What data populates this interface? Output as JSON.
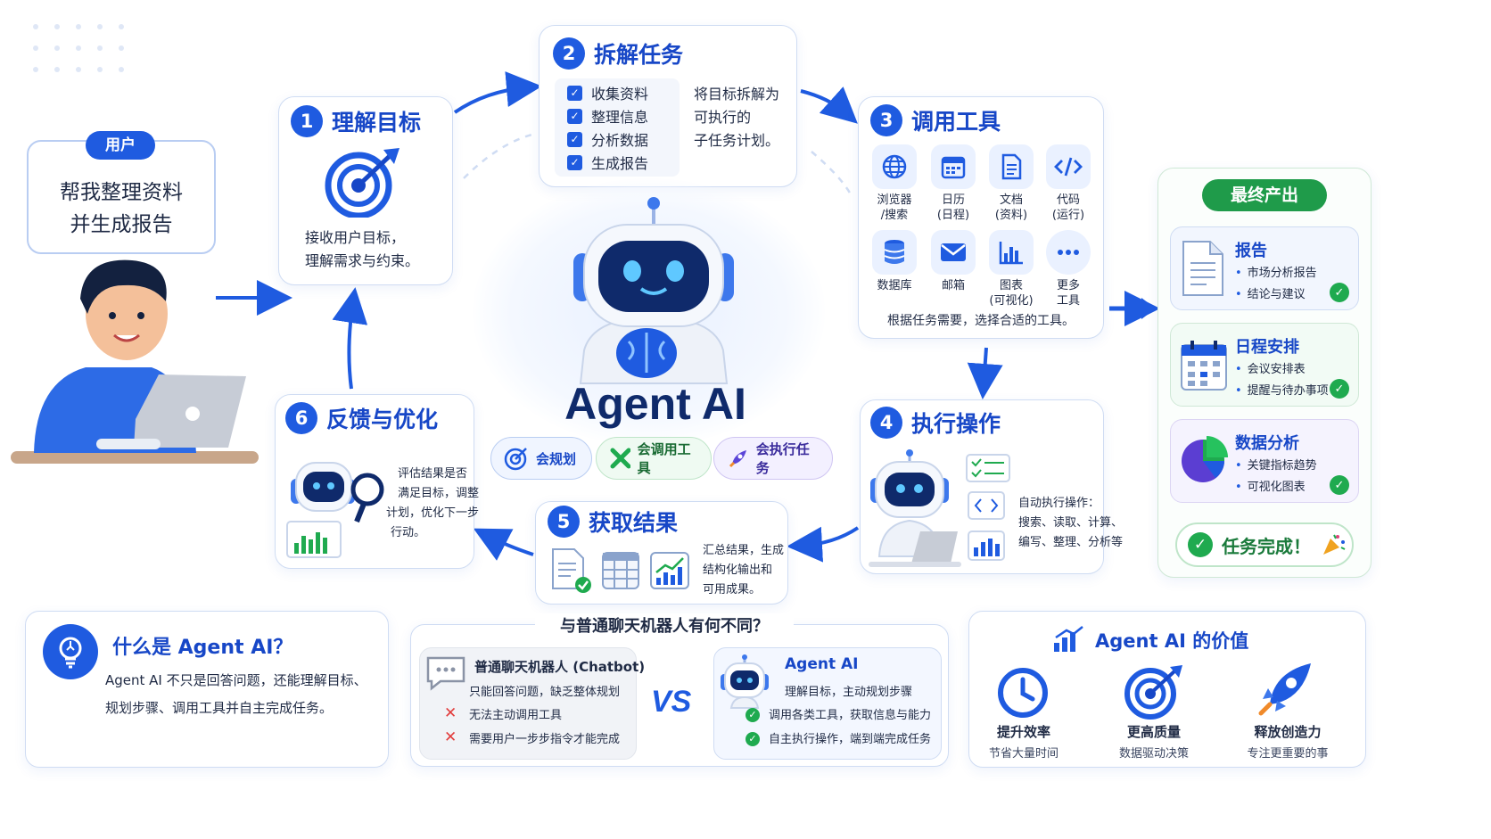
{
  "user": {
    "tag": "用户",
    "line1": "帮我整理资料",
    "line2": "并生成报告"
  },
  "steps": {
    "s1": {
      "num": "1",
      "title": "理解目标",
      "desc1": "接收用户目标，",
      "desc2": "理解需求与约束。"
    },
    "s2": {
      "num": "2",
      "title": "拆解任务",
      "items": [
        "收集资料",
        "整理信息",
        "分析数据",
        "生成报告"
      ],
      "desc1": "将目标拆解为",
      "desc2": "可执行的",
      "desc3": "子任务计划。"
    },
    "s3": {
      "num": "3",
      "title": "调用工具",
      "tools": [
        {
          "l1": "浏览器",
          "l2": "/搜索"
        },
        {
          "l1": "日历",
          "l2": "(日程)"
        },
        {
          "l1": "文档",
          "l2": "(资料)"
        },
        {
          "l1": "代码",
          "l2": "(运行)"
        },
        {
          "l1": "数据库",
          "l2": ""
        },
        {
          "l1": "邮箱",
          "l2": ""
        },
        {
          "l1": "图表",
          "l2": "(可视化)"
        },
        {
          "l1": "更多",
          "l2": "工具"
        }
      ],
      "desc": "根据任务需要，选择合适的工具。"
    },
    "s4": {
      "num": "4",
      "title": "执行操作",
      "desc1": "自动执行操作：",
      "desc2": "搜索、读取、计算、",
      "desc3": "编写、整理、分析等"
    },
    "s5": {
      "num": "5",
      "title": "获取结果",
      "desc1": "汇总结果，生成",
      "desc2": "结构化输出和",
      "desc3": "可用成果。"
    },
    "s6": {
      "num": "6",
      "title": "反馈与优化",
      "desc1": "评估结果是否",
      "desc2": "满足目标，调整",
      "desc3": "计划，优化下一步",
      "desc4": "行动。"
    }
  },
  "center": {
    "title": "Agent AI",
    "pills": [
      "会规划",
      "会调用工具",
      "会执行任务"
    ]
  },
  "final": {
    "title": "最终产出",
    "outputs": [
      {
        "title": "报告",
        "items": [
          "市场分析报告",
          "结论与建议"
        ]
      },
      {
        "title": "日程安排",
        "items": [
          "会议安排表",
          "提醒与待办事项"
        ]
      },
      {
        "title": "数据分析",
        "items": [
          "关键指标趋势",
          "可视化图表"
        ]
      }
    ],
    "done": "任务完成！"
  },
  "what": {
    "title": "什么是 Agent AI？",
    "line1": "Agent AI 不只是回答问题，还能理解目标、",
    "line2": "规划步骤、调用工具并自主完成任务。"
  },
  "compare": {
    "title": "与普通聊天机器人有何不同？",
    "chatbot": {
      "title": "普通聊天机器人 (Chatbot)",
      "items": [
        "只能回答问题，缺乏整体规划",
        "无法主动调用工具",
        "需要用户一步步指令才能完成"
      ]
    },
    "vs": "VS",
    "agent": {
      "title": "Agent AI",
      "items": [
        "理解目标，主动规划步骤",
        "调用各类工具，获取信息与能力",
        "自主执行操作，端到端完成任务"
      ]
    }
  },
  "value": {
    "title": "Agent AI 的价值",
    "items": [
      {
        "t": "提升效率",
        "s": "节省大量时间"
      },
      {
        "t": "更高质量",
        "s": "数据驱动决策"
      },
      {
        "t": "释放创造力",
        "s": "专注更重要的事"
      }
    ]
  },
  "colors": {
    "primary": "#1f5be0",
    "dark": "#1747c7",
    "green": "#1faa4f",
    "light": "#eaf1ff"
  }
}
